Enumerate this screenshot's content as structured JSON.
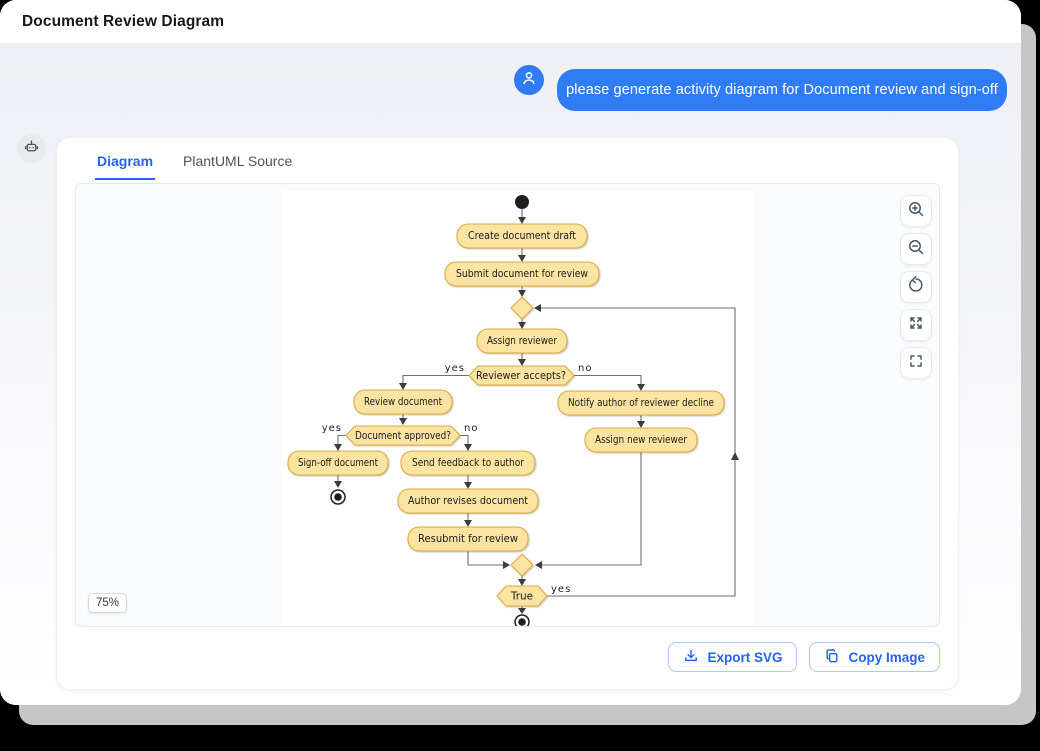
{
  "window": {
    "title": "Document Review Diagram"
  },
  "chat": {
    "user_message": "please generate activity diagram for Document review and sign-off",
    "user_avatar_icon": "user-icon",
    "assistant_avatar_icon": "bot-icon"
  },
  "tabs": {
    "items": [
      {
        "label": "Diagram",
        "active": true
      },
      {
        "label": "PlantUML Source",
        "active": false
      }
    ]
  },
  "viewer": {
    "zoom_level": "75%",
    "controls": [
      {
        "name": "zoom-in",
        "icon": "magnifier-plus-icon"
      },
      {
        "name": "zoom-out",
        "icon": "magnifier-minus-icon"
      },
      {
        "name": "reset-view",
        "icon": "rotate-ccw-icon"
      },
      {
        "name": "expand",
        "icon": "arrows-out-icon"
      },
      {
        "name": "fullscreen",
        "icon": "corner-brackets-icon"
      }
    ]
  },
  "actions": {
    "export_svg": "Export SVG",
    "copy_image": "Copy Image"
  },
  "colors": {
    "accent": "#2F7CF6",
    "link_blue": "#2563EB",
    "node_fill": "#FBE4A2",
    "node_border": "#DBA942",
    "edge": "#6E6E6E"
  },
  "diagram": {
    "type": "activity",
    "nodes": [
      {
        "id": "start",
        "kind": "start",
        "label": ""
      },
      {
        "id": "create_draft",
        "kind": "activity",
        "label": "Create document draft"
      },
      {
        "id": "submit_review",
        "kind": "activity",
        "label": "Submit document for review"
      },
      {
        "id": "assign_reviewer",
        "kind": "activity",
        "label": "Assign reviewer"
      },
      {
        "id": "reviewer_accepts",
        "kind": "decision",
        "label": "Reviewer accepts?"
      },
      {
        "id": "review_document",
        "kind": "activity",
        "label": "Review document"
      },
      {
        "id": "notify_decline",
        "kind": "activity",
        "label": "Notify author of reviewer decline"
      },
      {
        "id": "document_approved",
        "kind": "decision",
        "label": "Document approved?"
      },
      {
        "id": "assign_new_reviewer",
        "kind": "activity",
        "label": "Assign new reviewer"
      },
      {
        "id": "sign_off",
        "kind": "activity",
        "label": "Sign-off document"
      },
      {
        "id": "send_feedback",
        "kind": "activity",
        "label": "Send feedback to author"
      },
      {
        "id": "author_revises",
        "kind": "activity",
        "label": "Author revises document"
      },
      {
        "id": "resubmit",
        "kind": "activity",
        "label": "Resubmit for review"
      },
      {
        "id": "loop_condition",
        "kind": "decision",
        "label": "True"
      },
      {
        "id": "end_signoff",
        "kind": "end",
        "label": ""
      },
      {
        "id": "end_main",
        "kind": "end",
        "label": ""
      }
    ],
    "edge_labels": {
      "reviewer_accepts_yes": "yes",
      "reviewer_accepts_no": "no",
      "document_approved_yes": "yes",
      "document_approved_no": "no",
      "loop_yes": "yes"
    },
    "edges": [
      "start -> create_draft",
      "create_draft -> submit_review",
      "submit_review -> merge_top",
      "merge_top -> assign_reviewer",
      "assign_reviewer -> reviewer_accepts",
      "reviewer_accepts -yes-> review_document",
      "reviewer_accepts -no-> notify_decline",
      "review_document -> document_approved",
      "document_approved -yes-> sign_off",
      "document_approved -no-> send_feedback",
      "sign_off -> end_signoff",
      "send_feedback -> author_revises",
      "author_revises -> resubmit",
      "resubmit -> merge_bottom",
      "notify_decline -> assign_new_reviewer",
      "assign_new_reviewer -> merge_bottom",
      "merge_bottom -> loop_condition",
      "loop_condition -yes-> merge_top",
      "loop_condition -> end_main"
    ]
  }
}
